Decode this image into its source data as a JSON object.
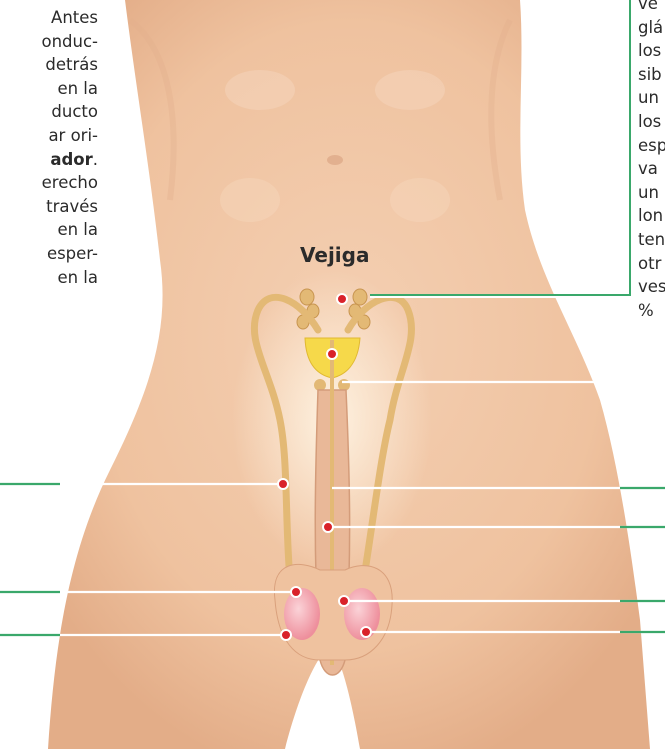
{
  "left_text_lines": [
    "Antes",
    "onduc-",
    "detrás",
    "en la",
    "ducto",
    "ar ori-",
    "ador.",
    "erecho",
    "través",
    "en la",
    "esper-",
    "en la"
  ],
  "left_bold_line_index": 6,
  "right_text_lines": [
    "ve",
    "glá",
    "los",
    "sib",
    "un",
    "los",
    "esp",
    "va",
    "un",
    "lon",
    "ten",
    "otr",
    "ves",
    "%"
  ],
  "bladder_label": "Vejiga",
  "colors": {
    "skin": "#f0c6a5",
    "skin_shadow": "#e2ae8a",
    "leader_line": "#3aa86b",
    "dot": "#d9222a",
    "duct": "#e3b975",
    "prostate": "#f6d94a",
    "testis": "#f3a6b0"
  }
}
